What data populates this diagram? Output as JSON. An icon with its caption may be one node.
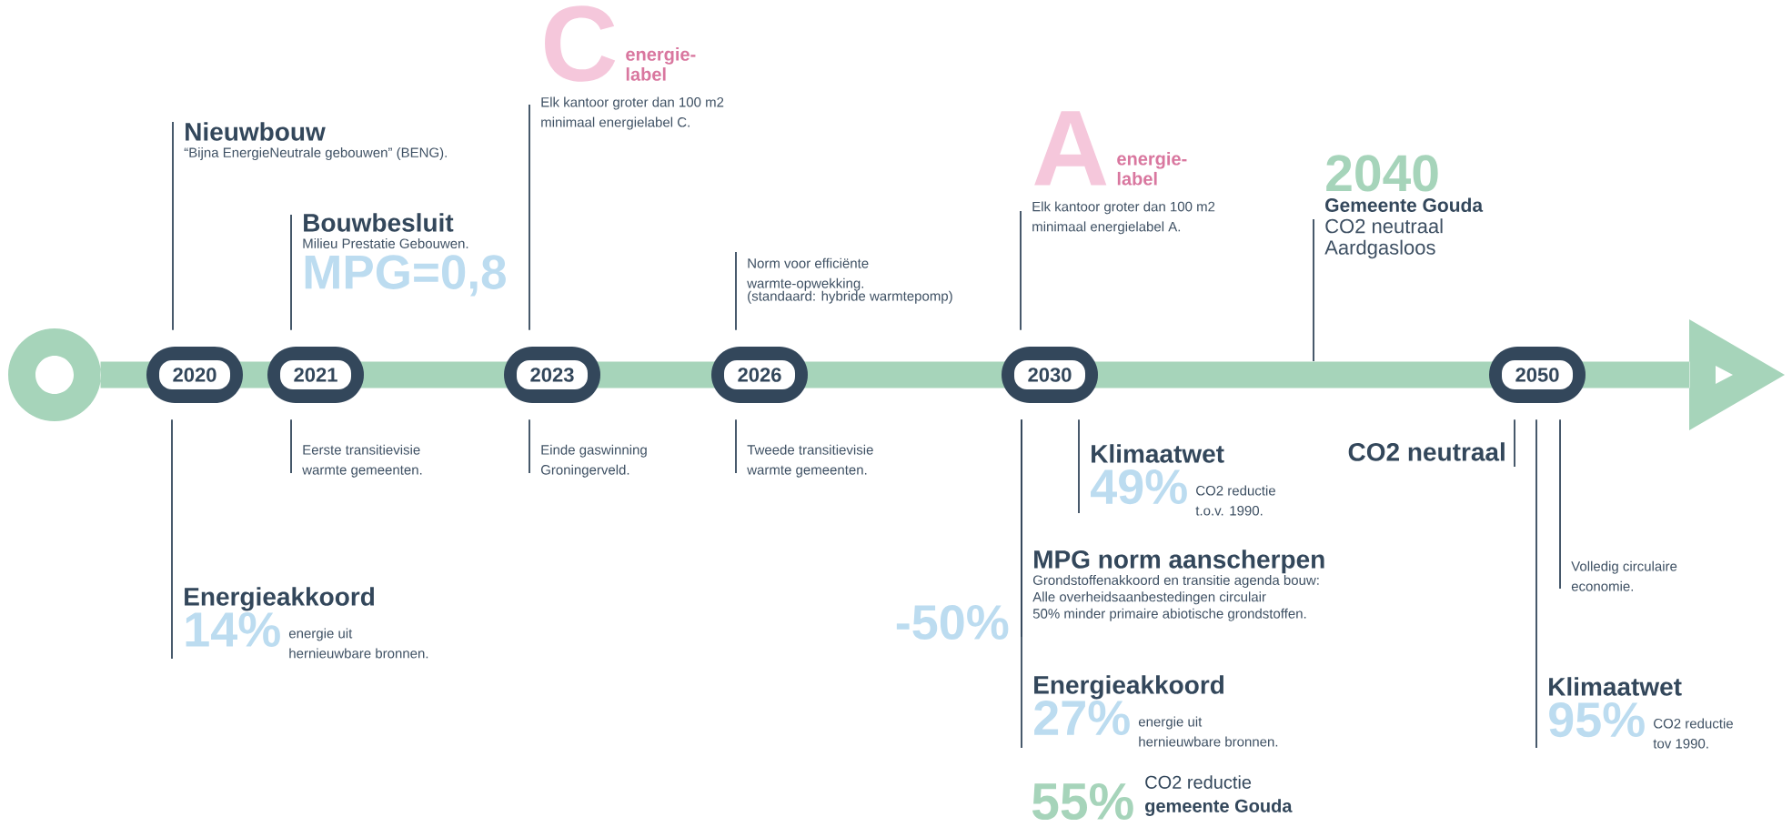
{
  "diagram": {
    "nodes": [
      {
        "text": [
          "Nieuwbouw",
          "“Bijna EnergieNeutrale gebouwen” (BENG)."
        ]
      },
      {
        "text": [
          "Bouwbesluit",
          "Milieu Prestatie Gebouwen.",
          "MPG=0,8"
        ]
      },
      {
        "text": [
          "C",
          "energie- label",
          "Elk kantoor groter dan 100 m2 minimaal energielabel C."
        ]
      },
      {
        "text": [
          "Norm voor efficiënte warmte-opwekking.",
          "(standaard: hybride warmtepomp)"
        ]
      },
      {
        "text": [
          "A",
          "energie- label",
          "Elk kantoor groter dan 100 m2 minimaal energielabel A."
        ]
      },
      {
        "text": [
          "2040",
          "Gemeente Gouda",
          "CO2 neutraal",
          "Aardgasloos"
        ]
      },
      {
        "text": [
          "2020"
        ]
      },
      {
        "text": [
          "2021"
        ]
      },
      {
        "text": [
          "2023"
        ]
      },
      {
        "text": [
          "2026"
        ]
      },
      {
        "text": [
          "2030"
        ]
      },
      {
        "text": [
          "2050"
        ]
      },
      {
        "text": [
          "Eerste transitievisie warmte gemeenten."
        ]
      },
      {
        "text": [
          "Einde gaswinning Groningerveld."
        ]
      },
      {
        "text": [
          "Tweede transitievisie warmte gemeenten."
        ]
      },
      {
        "text": [
          "Klimaatwet",
          "49%",
          "CO2 reductie t.o.v. 1990."
        ]
      },
      {
        "text": [
          "Energieakkoord",
          "14%",
          "energie uit hernieuwbare bronnen."
        ]
      },
      {
        "text": [
          "MPG norm aanscherpen",
          "Grondstoffenakkoord en transitie agenda bouw:",
          "Alle overheidsaanbestedingen circulair",
          "50% minder primaire abiotische grondstoffen."
        ],
        "beside": [
          "-50%"
        ]
      },
      {
        "text": [
          "Energieakkoord",
          "27%",
          "energie uit hernieuwbare bronnen."
        ]
      },
      {
        "text": [
          "CO2 neutraal"
        ]
      },
      {
        "text": [
          "Volledig circulaire economie."
        ]
      },
      {
        "text": [
          "Klimaatwet",
          "95%",
          "CO2 reductie tov 1990."
        ]
      }
    ],
    "edges": [
      {
        "from": 0,
        "to": 6,
        "arrow": "none"
      },
      {
        "from": 16,
        "to": 6,
        "arrow": "none"
      },
      {
        "from": 1,
        "to": 7,
        "arrow": "none"
      },
      {
        "from": 12,
        "to": 7,
        "arrow": "none"
      },
      {
        "from": 2,
        "to": 8,
        "arrow": "none"
      },
      {
        "from": 13,
        "to": 8,
        "arrow": "none"
      },
      {
        "from": 3,
        "to": 9,
        "arrow": "none"
      },
      {
        "from": 14,
        "to": 9,
        "arrow": "none"
      },
      {
        "from": 4,
        "to": 10,
        "arrow": "none"
      },
      {
        "from": 15,
        "to": 10,
        "arrow": "none"
      },
      {
        "from": 17,
        "to": 10,
        "arrow": "none"
      },
      {
        "from": 18,
        "to": 10,
        "arrow": "none"
      },
      {
        "from": 5,
        "to": null,
        "arrow": "none"
      },
      {
        "from": 19,
        "to": 11,
        "arrow": "none"
      },
      {
        "from": 20,
        "to": 11,
        "arrow": "none"
      },
      {
        "from": 21,
        "to": 11,
        "arrow": "none"
      }
    ],
    "labels": [
      "55%",
      "CO2 reductie **gemeente Gouda**"
    ]
  }
}
